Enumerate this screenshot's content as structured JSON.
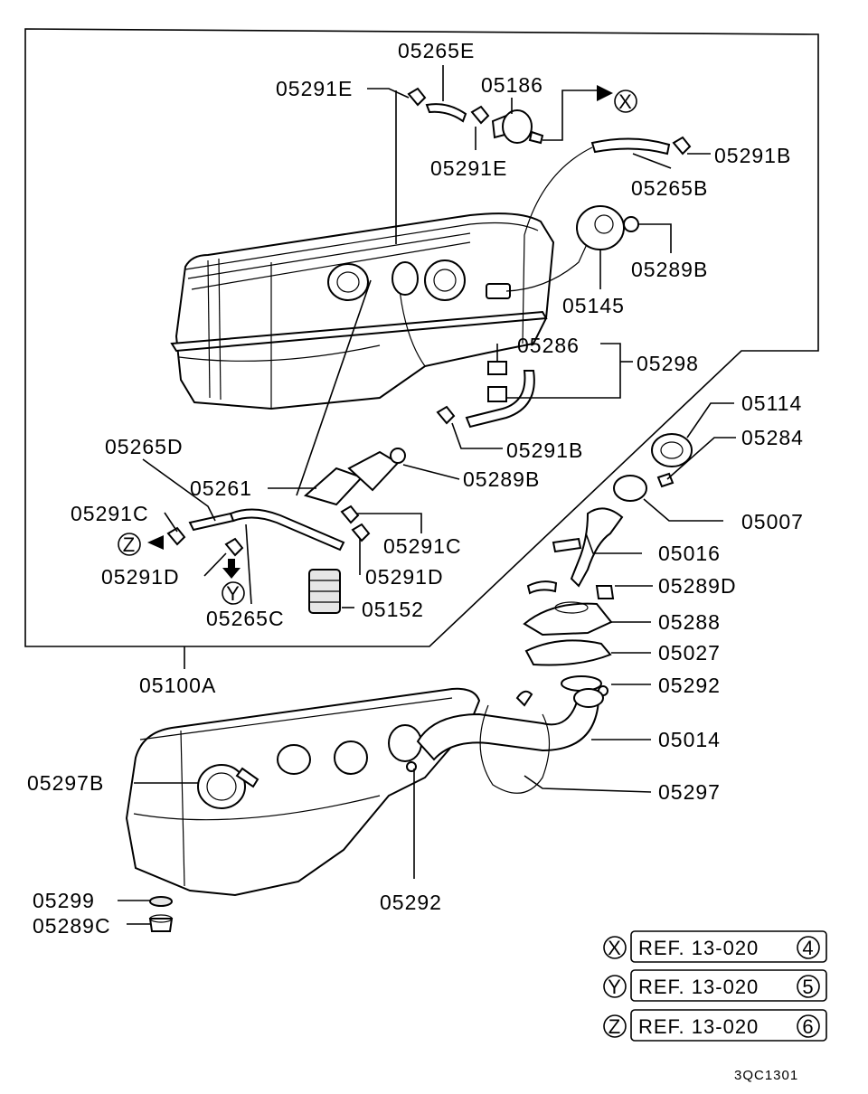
{
  "labels": {
    "l05265E": "05265E",
    "l05291E_a": "05291E",
    "l05186": "05186",
    "l05291E_b": "05291E",
    "l05291B_a": "05291B",
    "l05265B": "05265B",
    "l05289B_a": "05289B",
    "l05145": "05145",
    "l05286": "05286",
    "l05298": "05298",
    "l05291B_b": "05291B",
    "l05114": "05114",
    "l05284": "05284",
    "l05265D": "05265D",
    "l05261": "05261",
    "l05289B_b": "05289B",
    "l05007": "05007",
    "l05291C_a": "05291C",
    "l05291C_b": "05291C",
    "l05016": "05016",
    "l05291D_a": "05291D",
    "l05291D_b": "05291D",
    "l05289D": "05289D",
    "l05152": "05152",
    "l05265C": "05265C",
    "l05288": "05288",
    "l05027": "05027",
    "l05100A": "05100A",
    "l05292_a": "05292",
    "l05014": "05014",
    "l05297B": "05297B",
    "l05297": "05297",
    "l05299": "05299",
    "l05292_b": "05292",
    "l05289C": "05289C"
  },
  "markers": {
    "x": "X",
    "y": "Y",
    "z": "Z"
  },
  "references": [
    {
      "marker": "X",
      "text": "REF. 13-020",
      "num": "4"
    },
    {
      "marker": "Y",
      "text": "REF. 13-020",
      "num": "5"
    },
    {
      "marker": "Z",
      "text": "REF. 13-020",
      "num": "6"
    }
  ],
  "code": "3QC1301"
}
